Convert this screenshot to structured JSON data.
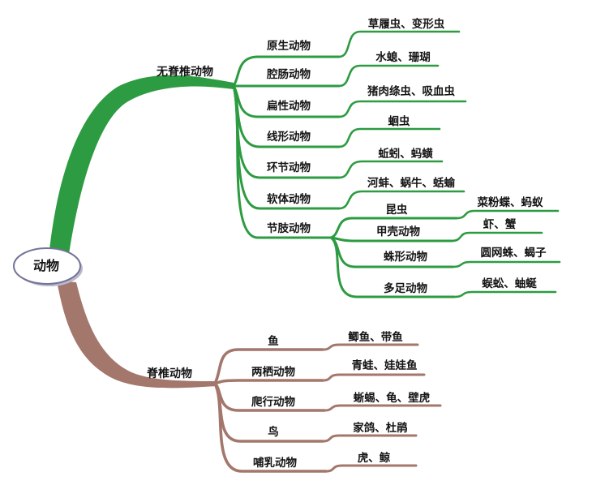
{
  "type": "mind_map",
  "root": {
    "label": "动物"
  },
  "branches": [
    {
      "label": "无脊椎动物",
      "color": "#2d9b41",
      "children": [
        {
          "label": "原生动物",
          "leaf": "草履虫、变形虫"
        },
        {
          "label": "腔肠动物",
          "leaf": "水螅、珊瑚"
        },
        {
          "label": "扁性动物",
          "leaf": "猪肉绦虫、吸血虫"
        },
        {
          "label": "线形动物",
          "leaf": "蛔虫"
        },
        {
          "label": "环节动物",
          "leaf": "蚯蚓、蚂蟥"
        },
        {
          "label": "软体动物",
          "leaf": "河蚌、蜗牛、蛞蝓"
        },
        {
          "label": "节肢动物",
          "children": [
            {
              "label": "昆虫",
              "leaf": "菜粉蝶、蚂蚁"
            },
            {
              "label": "甲壳动物",
              "leaf": "虾、蟹"
            },
            {
              "label": "蛛形动物",
              "leaf": "圆网蛛、蝎子"
            },
            {
              "label": "多足动物",
              "leaf": "蜈蚣、蚰蜒"
            }
          ]
        }
      ]
    },
    {
      "label": "脊椎动物",
      "color": "#a3776c",
      "children": [
        {
          "label": "鱼",
          "leaf": "鲫鱼、带鱼"
        },
        {
          "label": "两栖动物",
          "leaf": "青蛙、娃娃鱼"
        },
        {
          "label": "爬行动物",
          "leaf": "蜥蜴、龟、壁虎"
        },
        {
          "label": "鸟",
          "leaf": "家鸽、杜鹃"
        },
        {
          "label": "哺乳动物",
          "leaf": "虎、鲸"
        }
      ]
    }
  ],
  "colors": {
    "invertebrate_branch": "#2d9b41",
    "vertebrate_branch": "#a3776c",
    "text": "#141414",
    "root_border": "#73739a",
    "background": "#ffffff"
  }
}
